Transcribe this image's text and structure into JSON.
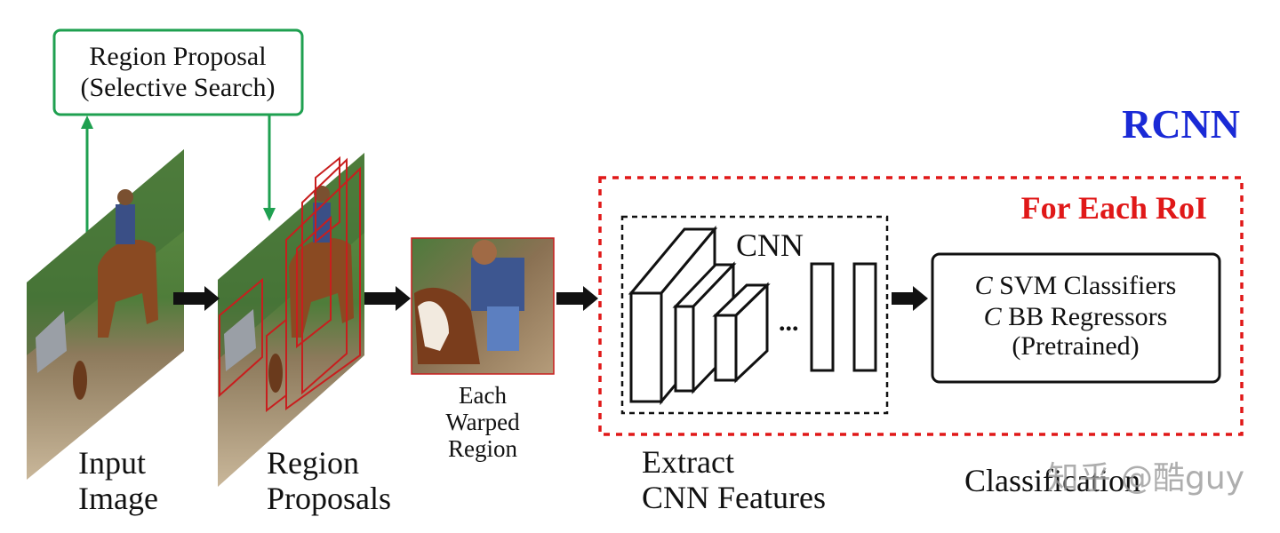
{
  "title": "RCNN",
  "region_proposal_box": {
    "line1": "Region Proposal",
    "line2": "(Selective Search)"
  },
  "for_each_roi": "For Each RoI",
  "cnn_label": "CNN",
  "ellipsis": "...",
  "classifier_box": {
    "line1_italic": "C",
    "line1_rest": " SVM Classifiers",
    "line2_italic": "C",
    "line2_rest": " BB Regressors",
    "line3": "(Pretrained)"
  },
  "stages": {
    "input_line1": "Input",
    "input_line2": "Image",
    "proposals_line1": "Region",
    "proposals_line2": "Proposals",
    "warped_line1": "Each",
    "warped_line2": "Warped",
    "warped_line3": "Region",
    "extract_line1": "Extract",
    "extract_line2": "CNN Features",
    "classification": "Classification"
  },
  "watermark": "知乎 @酷guy",
  "colors": {
    "title": "#1a2ad6",
    "roi": "#e01818",
    "green": "#1fa050",
    "proposal_box": "#c81e1e",
    "black": "#111111"
  }
}
